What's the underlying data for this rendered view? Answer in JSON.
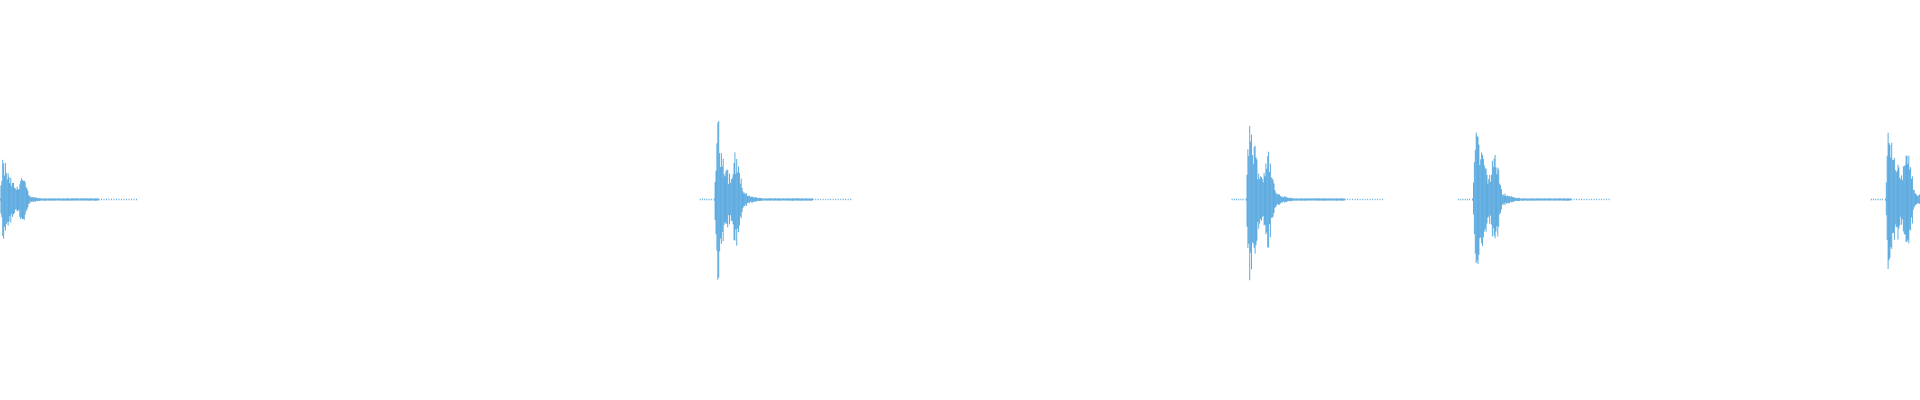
{
  "waveform": {
    "color": "#5eace0",
    "amplitude_min": -1,
    "amplitude_max": 1,
    "duration": 1,
    "bursts": [
      {
        "start": 0.0,
        "peak": 0.5
      },
      {
        "start": 0.372,
        "peak": 0.95
      },
      {
        "start": 0.649,
        "peak": 1.0
      },
      {
        "start": 0.767,
        "peak": 0.97
      },
      {
        "start": 0.982,
        "peak": 1.0
      }
    ]
  }
}
